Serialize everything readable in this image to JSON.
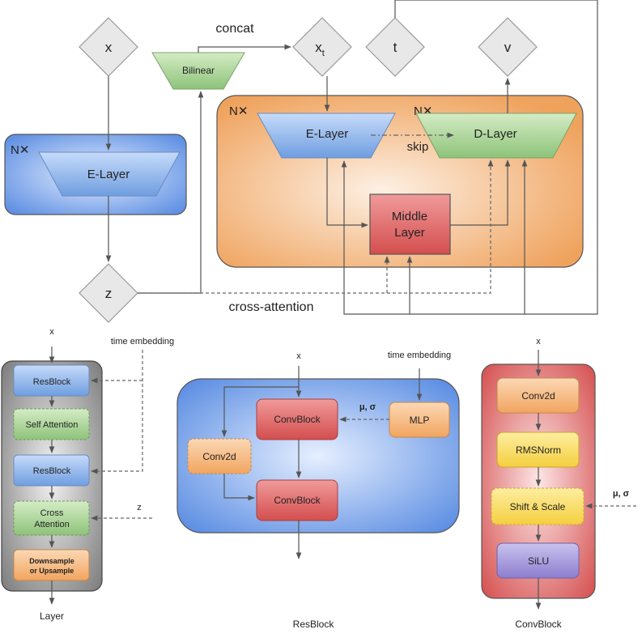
{
  "top": {
    "nodes": {
      "x": "x",
      "z": "z",
      "xt_base": "x",
      "xt_sub": "t",
      "t": "t",
      "v": "v"
    },
    "encoder_multiplier": "N✕",
    "unet_multiplier_left": "N✕",
    "unet_multiplier_right": "N✕",
    "e_layer": "E-Layer",
    "unet_e_layer": "E-Layer",
    "d_layer": "D-Layer",
    "middle_layer_line1": "Middle",
    "middle_layer_line2": "Layer",
    "bilinear": "Bilinear",
    "concat_label": "concat",
    "skip_label": "skip",
    "cross_attention_label": "cross-attention"
  },
  "layer_panel": {
    "input": "x",
    "time_embedding": "time embedding",
    "resblock_1": "ResBlock",
    "self_attention": "Self Attention",
    "resblock_2": "ResBlock",
    "cross_attention_line1": "Cross",
    "cross_attention_line2": "Attention",
    "z_label": "z",
    "downsample_line1": "Downsample",
    "downsample_line2": "or Upsample",
    "caption": "Layer"
  },
  "resblock_panel": {
    "input": "x",
    "time_embedding": "time embedding",
    "convblock_1": "ConvBlock",
    "mlp": "MLP",
    "mu_sigma": "μ, σ",
    "conv2d": "Conv2d",
    "convblock_2": "ConvBlock",
    "caption": "ResBlock"
  },
  "convblock_panel": {
    "input": "x",
    "conv2d": "Conv2d",
    "rmsnorm": "RMSNorm",
    "shift_scale": "Shift & Scale",
    "mu_sigma": "μ, σ",
    "silu": "SiLU",
    "caption": "ConvBlock"
  },
  "colors": {
    "blue_panel": "#6a98e6",
    "orange_panel": "#f0a868",
    "gray_panel": "#8a8a8a",
    "red_panel": "#d95a5a",
    "green_block": "#a8cf95",
    "blue_block": "#7ba4e0",
    "red_block": "#dd5c5c",
    "orange_block": "#f5b67a",
    "yellow_block": "#f8d85a",
    "purple_block": "#9d8fd6"
  }
}
